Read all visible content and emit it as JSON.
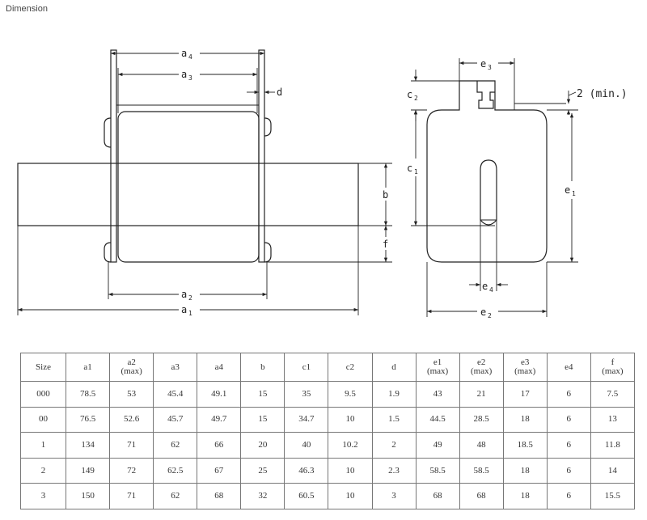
{
  "page": {
    "heading": "Dimension"
  },
  "drawing": {
    "labels": {
      "a4": "a",
      "a4_sub": "4",
      "a3": "a",
      "a3_sub": "3",
      "d": "d",
      "a2": "a",
      "a2_sub": "2",
      "a1": "a",
      "a1_sub": "1",
      "b": "b",
      "f": "f",
      "e3": "e",
      "e3_sub": "3",
      "c2": "c",
      "c2_sub": "2",
      "c1": "c",
      "c1_sub": "1",
      "e1": "e",
      "e1_sub": "1",
      "e4": "e",
      "e4_sub": "4",
      "e2": "e",
      "e2_sub": "2",
      "min_note": "2 (min.)"
    }
  },
  "table": {
    "header": [
      {
        "name": "Size"
      },
      {
        "name": "a1"
      },
      {
        "name": "a2",
        "note": "(max)"
      },
      {
        "name": "a3"
      },
      {
        "name": "a4"
      },
      {
        "name": "b"
      },
      {
        "name": "c1"
      },
      {
        "name": "c2"
      },
      {
        "name": "d"
      },
      {
        "name": "e1",
        "note": "(max)"
      },
      {
        "name": "e2",
        "note": "(max)"
      },
      {
        "name": "e3",
        "note": "(max)"
      },
      {
        "name": "e4"
      },
      {
        "name": "f",
        "note": "(max)"
      }
    ],
    "rows": [
      [
        "000",
        "78.5",
        "53",
        "45.4",
        "49.1",
        "15",
        "35",
        "9.5",
        "1.9",
        "43",
        "21",
        "17",
        "6",
        "7.5"
      ],
      [
        "00",
        "76.5",
        "52.6",
        "45.7",
        "49.7",
        "15",
        "34.7",
        "10",
        "1.5",
        "44.5",
        "28.5",
        "18",
        "6",
        "13"
      ],
      [
        "1",
        "134",
        "71",
        "62",
        "66",
        "20",
        "40",
        "10.2",
        "2",
        "49",
        "48",
        "18.5",
        "6",
        "11.8"
      ],
      [
        "2",
        "149",
        "72",
        "62.5",
        "67",
        "25",
        "46.3",
        "10",
        "2.3",
        "58.5",
        "58.5",
        "18",
        "6",
        "14"
      ],
      [
        "3",
        "150",
        "71",
        "62",
        "68",
        "32",
        "60.5",
        "10",
        "3",
        "68",
        "68",
        "18",
        "6",
        "15.5"
      ]
    ]
  }
}
